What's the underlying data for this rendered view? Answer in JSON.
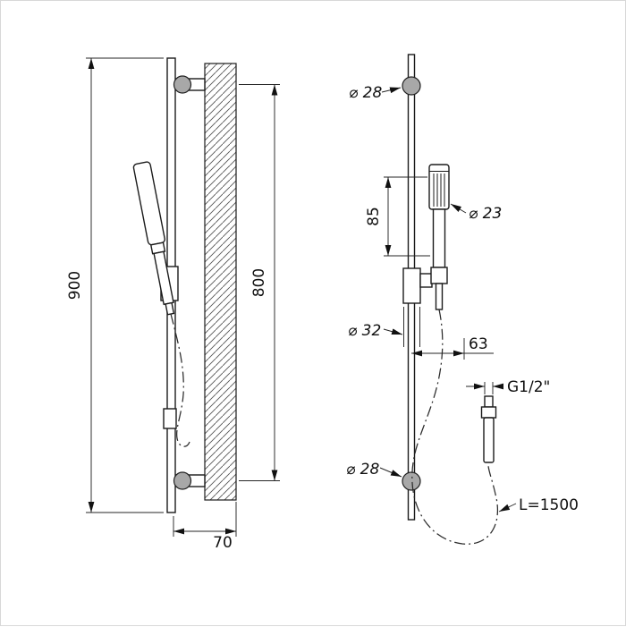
{
  "side_view": {
    "dim_total_height": "900",
    "dim_mount_spacing": "800",
    "dim_wall_offset": "70"
  },
  "front_view": {
    "dim_top_mount_diameter": "⌀ 28",
    "dim_handle_length": "85",
    "dim_handshower_diameter": "⌀ 23",
    "dim_slider_diameter": "⌀ 32",
    "dim_offset": "63",
    "dim_thread": "G1/2\"",
    "dim_hose_length": "L=1500",
    "dim_bottom_mount_diameter": "⌀ 28"
  },
  "style": {
    "line_color": "#1b1b1b",
    "mount_fill": "#a8a8a8",
    "background": "#ffffff"
  }
}
